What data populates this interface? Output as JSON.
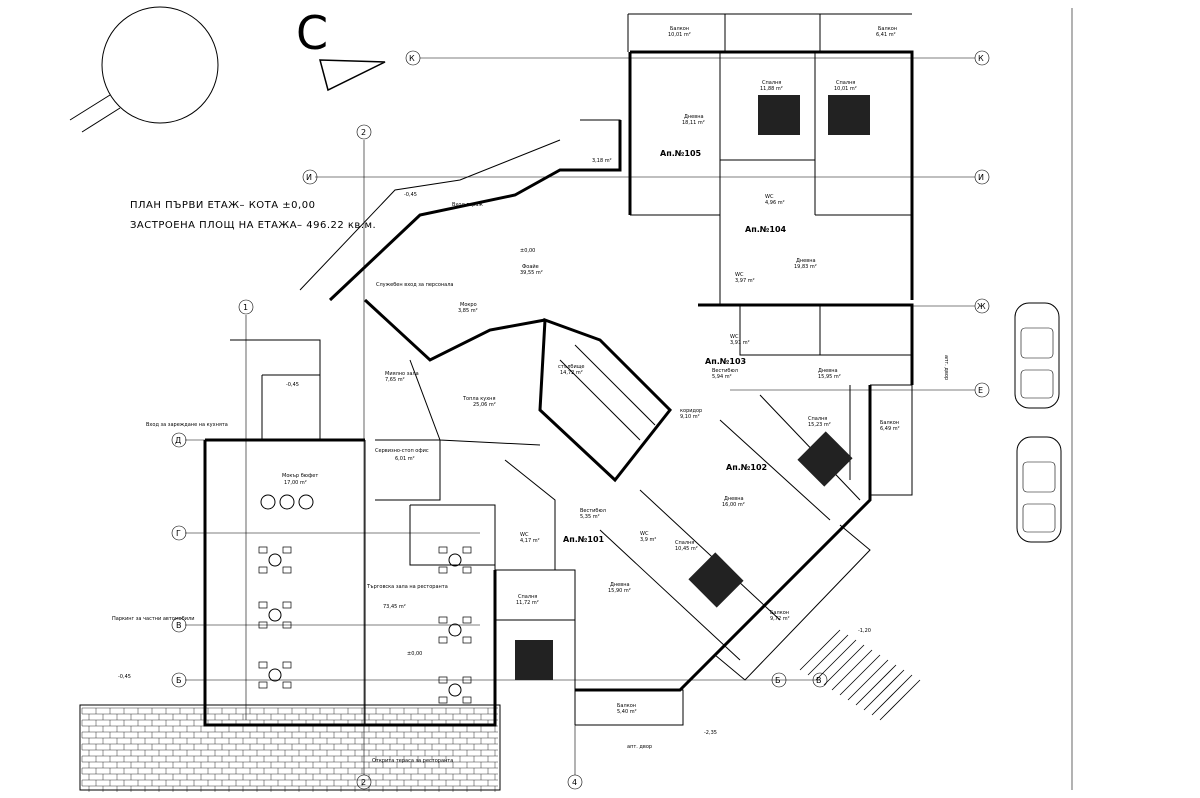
{
  "plan": {
    "title_line1": "ПЛАН ПЪРВИ ЕТАЖ– КОТА ±0,00",
    "title_line2": "ЗАСТРОЕНА ПЛОЩ НА ЕТАЖА– 496.22 кв.м.",
    "north_letter": "С",
    "axes": {
      "K": "К",
      "I": "И",
      "ZH": "Ж",
      "E": "Е",
      "D": "Д",
      "G": "Г",
      "V": "В",
      "B": "Б",
      "n1": "1",
      "n2": "2",
      "n4": "4"
    },
    "apartments": {
      "a101": "Ап.№101",
      "a102": "Ап.№102",
      "a103": "Ап.№103",
      "a104": "Ап.№104",
      "a105": "Ап.№105"
    },
    "rooms": {
      "balk1": "Балкон",
      "balk1_area": "10,01 m²",
      "balk2": "Балкон",
      "balk2_area": "6,41 m²",
      "spal105a": "Спалня",
      "spal105a_area": "11,88 m²",
      "spal105b": "Спалня",
      "spal105b_area": "10,01 m²",
      "dnev105": "Дневна",
      "dnev105_area": "18,11 m²",
      "wc105": "WC",
      "wc105_area": "4,96 m²",
      "v318": "3,18 m²",
      "entry": "Вход гараж",
      "foyer": "Фоайе",
      "foyer_area": "39,55 m²",
      "service": "Служебен вход за персонала",
      "storage": "Мокро",
      "storage_area": "3,85 m²",
      "wash": "Миялно зала",
      "wash_area": "7,65 m²",
      "kitchen": "Топла кухня",
      "kitchen_area": "25,06 m²",
      "stair": "стълбище",
      "stair_area": "14,72 m²",
      "serv_office": "Сервизно-стоп офис",
      "serv_office_area": "6,01 m²",
      "bar": "Мокър бюфет",
      "bar_area": "17,00 m²",
      "hall": "Търговска зала на ресторанта",
      "hall_area": "73,45 m²",
      "wc101": "WC",
      "wc101_area": "4,17 m²",
      "vest101": "Вестибюл",
      "vest101_area": "5,35 m²",
      "spal101": "Спалня",
      "spal101_area": "11,72 m²",
      "koridor": "коридор",
      "koridor_area": "9,10 m²",
      "vest103": "Вестибюл",
      "vest103_area": "5,94 m²",
      "wc103": "WC",
      "wc103_area": "3,91 m²",
      "wc104": "WC",
      "wc104_area": "3,97 m²",
      "dnev104": "Дневна",
      "dnev104_area": "19,83 m²",
      "dnev103": "Дневна",
      "dnev103_area": "15,95 m²",
      "spal102": "Спалня",
      "spal102_area": "15,23 m²",
      "balk102": "Балкон",
      "balk102_area": "6,49 m²",
      "dnev102": "Дневна",
      "dnev102_area": "16,00 m²",
      "wc102": "WC",
      "wc102_area": "3,9 m²",
      "spal102b": "Спалня",
      "spal102b_area": "10,45 m²",
      "dnev101": "Дневна",
      "dnev101_area": "15,90 m²",
      "balk_big": "Балкон",
      "balk_big_area": "9,72 m²",
      "balk101": "Балкон",
      "balk101_area": "5,40 m²",
      "supply": "Вход за зареждане на кухнята",
      "parking": "Паркинг за частни автомобили",
      "terrace": "Открита тераса за ресторанта",
      "kota_a": "-0,45",
      "kota_b": "±0,00",
      "kota_c": "-0,45",
      "kota_d": "±0,00",
      "kota_e": "-2,35",
      "kota_f": "-0,45",
      "kota_g": "-1,20",
      "apart_yard": "апт. двор",
      "apart_yard2": "апт. двор"
    }
  }
}
